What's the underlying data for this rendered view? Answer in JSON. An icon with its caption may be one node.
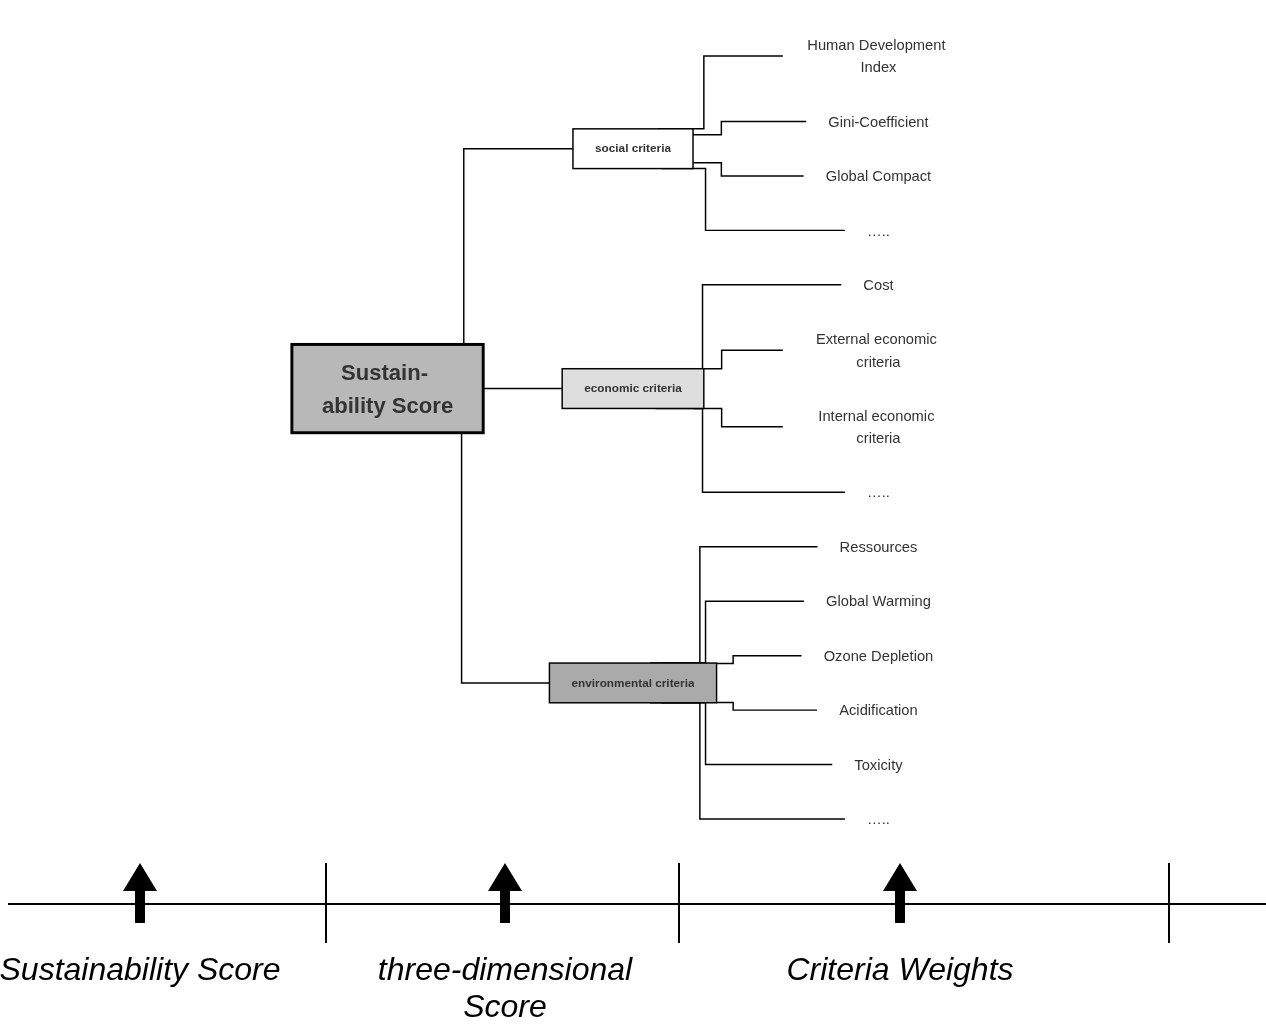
{
  "diagram": {
    "nodes": [
      {
        "text": [
          "Sustain- ability Score"
        ]
      },
      {
        "text": [
          "social criteria"
        ]
      },
      {
        "text": [
          "economic criteria"
        ]
      },
      {
        "text": [
          "environmental criteria"
        ]
      },
      {
        "text": [
          "Human Development Index"
        ]
      },
      {
        "text": [
          "Gini-Coefficient"
        ]
      },
      {
        "text": [
          "Global Compact"
        ]
      },
      {
        "text": [
          "….."
        ]
      },
      {
        "text": [
          "Cost"
        ]
      },
      {
        "text": [
          "External economic criteria"
        ]
      },
      {
        "text": [
          "Internal economic criteria"
        ]
      },
      {
        "text": [
          "….."
        ]
      },
      {
        "text": [
          "Ressources"
        ]
      },
      {
        "text": [
          "Global Warming"
        ]
      },
      {
        "text": [
          "Ozone Depletion"
        ]
      },
      {
        "text": [
          "Acidification"
        ]
      },
      {
        "text": [
          "Toxicity"
        ]
      },
      {
        "text": [
          "….."
        ]
      }
    ],
    "edges": [
      {
        "from": 0,
        "to": 1,
        "arrow": "none"
      },
      {
        "from": 0,
        "to": 2,
        "arrow": "none"
      },
      {
        "from": 0,
        "to": 3,
        "arrow": "none"
      },
      {
        "from": 1,
        "to": 4,
        "arrow": "none"
      },
      {
        "from": 1,
        "to": 5,
        "arrow": "none"
      },
      {
        "from": 1,
        "to": 6,
        "arrow": "none"
      },
      {
        "from": 1,
        "to": 7,
        "arrow": "none"
      },
      {
        "from": 2,
        "to": 8,
        "arrow": "none"
      },
      {
        "from": 2,
        "to": 9,
        "arrow": "none"
      },
      {
        "from": 2,
        "to": 10,
        "arrow": "none"
      },
      {
        "from": 2,
        "to": 11,
        "arrow": "none"
      },
      {
        "from": 3,
        "to": 12,
        "arrow": "none"
      },
      {
        "from": 3,
        "to": 13,
        "arrow": "none"
      },
      {
        "from": 3,
        "to": 14,
        "arrow": "none"
      },
      {
        "from": 3,
        "to": 15,
        "arrow": "none"
      },
      {
        "from": 3,
        "to": 16,
        "arrow": "none"
      },
      {
        "from": 3,
        "to": 17,
        "arrow": "none"
      }
    ],
    "labels": [
      "Sustainability Score",
      "three-dimensional Score",
      "Criteria Weights"
    ]
  }
}
